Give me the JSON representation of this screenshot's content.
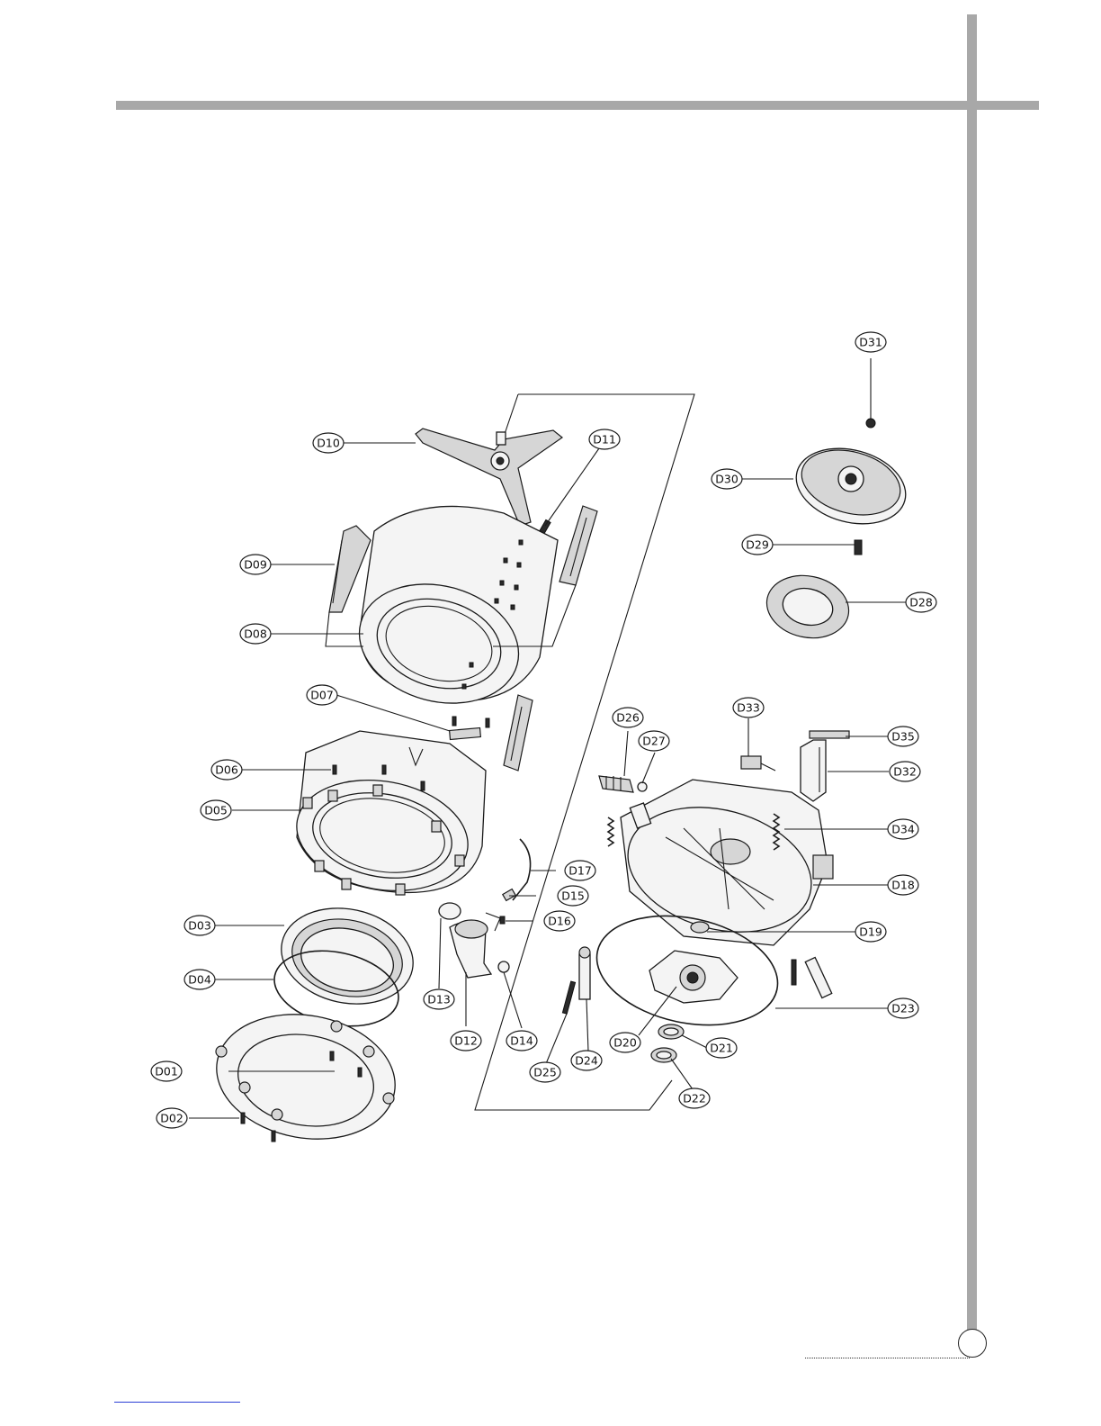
{
  "labels": [
    {
      "id": "D01",
      "text": "D01"
    },
    {
      "id": "D02",
      "text": "D02"
    },
    {
      "id": "D03",
      "text": "D03"
    },
    {
      "id": "D04",
      "text": "D04"
    },
    {
      "id": "D05",
      "text": "D05"
    },
    {
      "id": "D06",
      "text": "D06"
    },
    {
      "id": "D07",
      "text": "D07"
    },
    {
      "id": "D08",
      "text": "D08"
    },
    {
      "id": "D09",
      "text": "D09"
    },
    {
      "id": "D10",
      "text": "D10"
    },
    {
      "id": "D11",
      "text": "D11"
    },
    {
      "id": "D12",
      "text": "D12"
    },
    {
      "id": "D13",
      "text": "D13"
    },
    {
      "id": "D14",
      "text": "D14"
    },
    {
      "id": "D15",
      "text": "D15"
    },
    {
      "id": "D16",
      "text": "D16"
    },
    {
      "id": "D17",
      "text": "D17"
    },
    {
      "id": "D18",
      "text": "D18"
    },
    {
      "id": "D19",
      "text": "D19"
    },
    {
      "id": "D20",
      "text": "D20"
    },
    {
      "id": "D21",
      "text": "D21"
    },
    {
      "id": "D22",
      "text": "D22"
    },
    {
      "id": "D23",
      "text": "D23"
    },
    {
      "id": "D24",
      "text": "D24"
    },
    {
      "id": "D25",
      "text": "D25"
    },
    {
      "id": "D26",
      "text": "D26"
    },
    {
      "id": "D27",
      "text": "D27"
    },
    {
      "id": "D28",
      "text": "D28"
    },
    {
      "id": "D29",
      "text": "D29"
    },
    {
      "id": "D30",
      "text": "D30"
    },
    {
      "id": "D31",
      "text": "D31"
    },
    {
      "id": "D32",
      "text": "D32"
    },
    {
      "id": "D33",
      "text": "D33"
    },
    {
      "id": "D34",
      "text": "D34"
    },
    {
      "id": "D35",
      "text": "D35"
    }
  ],
  "colors": {
    "frame_bar": "#a8a8a8",
    "line": "#1a1a1a",
    "link_underline": "#2b3fd6"
  }
}
